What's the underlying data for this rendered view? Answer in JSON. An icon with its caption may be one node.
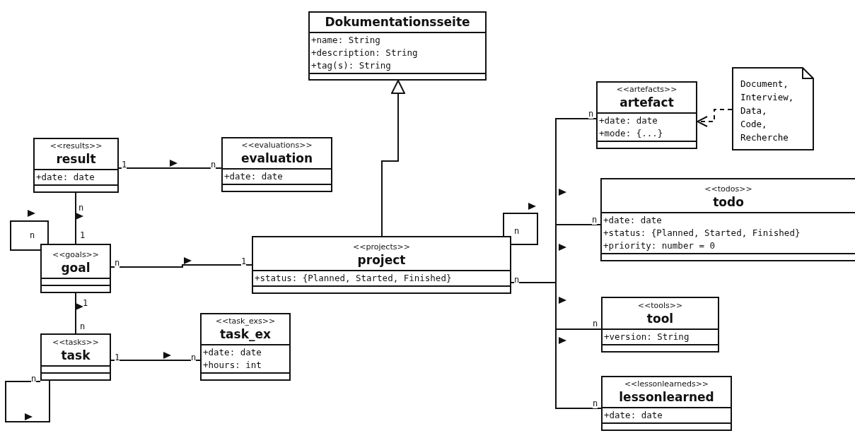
{
  "diagram": {
    "nodes": [
      {
        "text": [
          "Dokumentationsseite",
          "+name: String",
          "+description: String",
          "+tag(s): String"
        ]
      },
      {
        "text": [
          "<<results>>",
          "result",
          "+date: date"
        ]
      },
      {
        "text": [
          "<<evaluations>>",
          "evaluation",
          "+date: date"
        ]
      },
      {
        "text": [
          "<<artefacts>>",
          "artefact",
          "+date: date",
          "+mode: {...}"
        ]
      },
      {
        "text": [
          "Document, Interview, Data, Code, Recherche"
        ]
      },
      {
        "text": [
          "<<goals>>",
          "goal"
        ]
      },
      {
        "text": [
          "<<projects>>",
          "project",
          "+status: {Planned, Started, Finished}"
        ]
      },
      {
        "text": [
          "<<todos>>",
          "todo",
          "+date: date",
          "+status: {Planned, Started, Finished}",
          "+priority: number = 0"
        ]
      },
      {
        "text": [
          "<<tasks>>",
          "task"
        ]
      },
      {
        "text": [
          "<<task_exs>>",
          "task_ex",
          "+date: date",
          "+hours: int"
        ]
      },
      {
        "text": [
          "<<tools>>",
          "tool",
          "+version: String"
        ]
      },
      {
        "text": [
          "<<lessonlearneds>>",
          "lessonlearned",
          "+date: date"
        ]
      }
    ],
    "edges": [
      {
        "from": 1,
        "to": 2,
        "arrow": "none"
      },
      {
        "from": 5,
        "to": 1,
        "arrow": "none"
      },
      {
        "from": 5,
        "to": 5,
        "arrow": "none"
      },
      {
        "from": 5,
        "to": 6,
        "arrow": "none"
      },
      {
        "from": 8,
        "to": 5,
        "arrow": "none"
      },
      {
        "from": 8,
        "to": 9,
        "arrow": "none"
      },
      {
        "from": 8,
        "to": 8,
        "arrow": "none"
      },
      {
        "from": 6,
        "to": 0,
        "arrow": "to"
      },
      {
        "from": 6,
        "to": 6,
        "arrow": "none"
      },
      {
        "from": 6,
        "to": 3,
        "arrow": "none"
      },
      {
        "from": 6,
        "to": 7,
        "arrow": "none"
      },
      {
        "from": 6,
        "to": 10,
        "arrow": "none"
      },
      {
        "from": 6,
        "to": 11,
        "arrow": "none"
      },
      {
        "from": 4,
        "to": 3,
        "arrow": "to",
        "style": "dashed"
      }
    ],
    "labels": [
      "1",
      "n",
      "n",
      "n",
      "1",
      "n",
      "1",
      "n",
      "n",
      "n",
      "n",
      "n",
      "n",
      "1",
      "n",
      "n",
      "1",
      "n"
    ]
  }
}
